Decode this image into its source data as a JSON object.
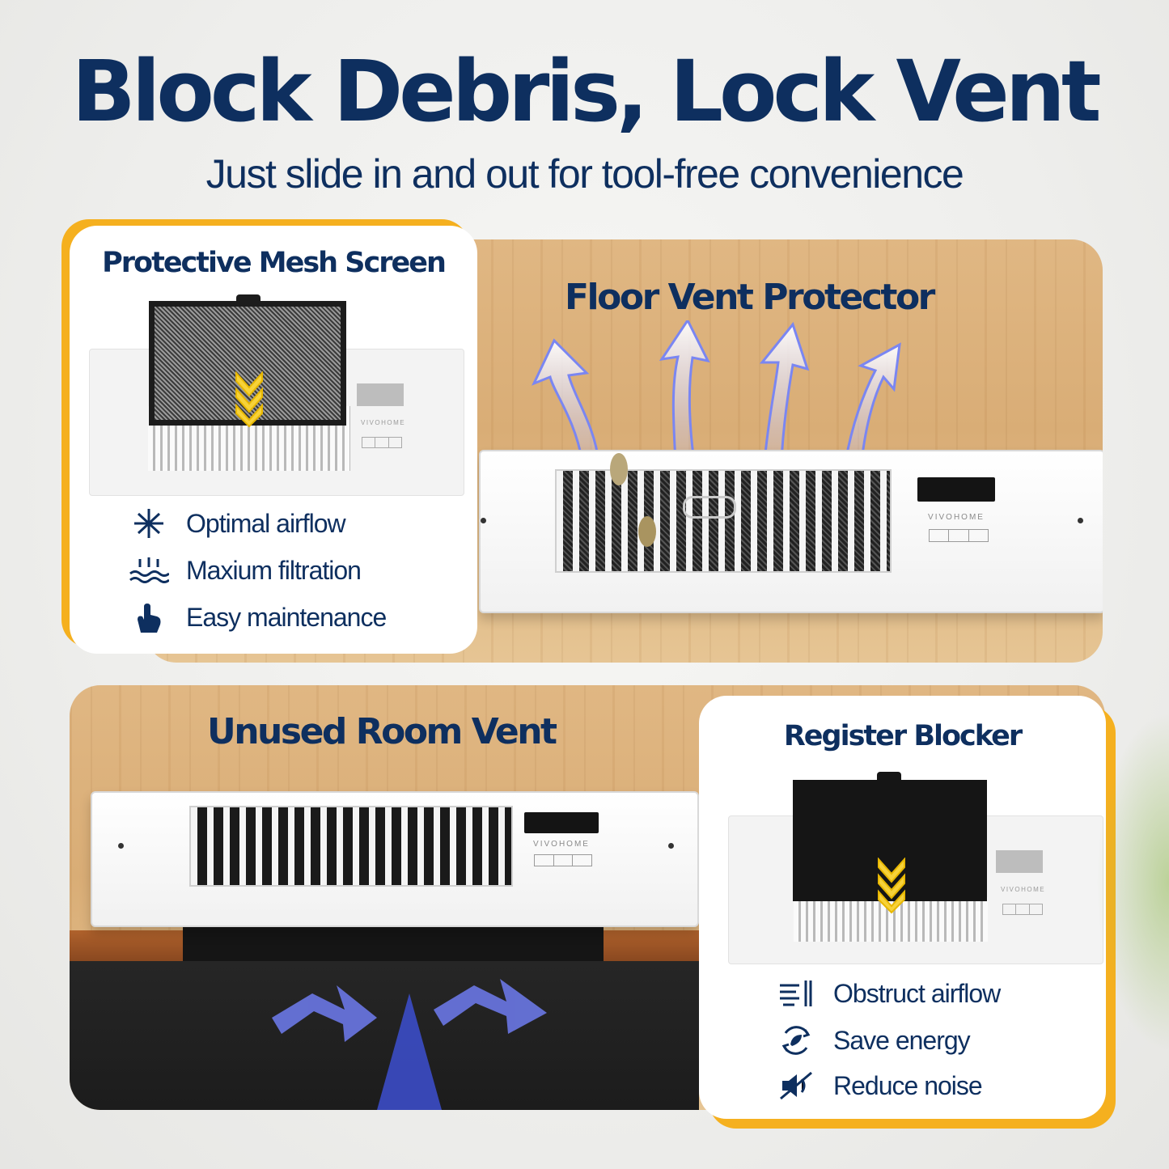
{
  "headline": "Block Debris, Lock Vent",
  "subheadline": "Just slide in and out for tool-free convenience",
  "colors": {
    "navy": "#0e2f5f",
    "accent_yellow": "#f5b01f",
    "airflow_blue": "#6f7cf0"
  },
  "top_scene": {
    "title": "Floor Vent Protector",
    "vent_brand": "VIVOHOME"
  },
  "left_card": {
    "title": "Protective Mesh Screen",
    "vent_brand": "VIVOHOME",
    "features": [
      {
        "icon": "airflow-arrows-icon",
        "label": "Optimal airflow"
      },
      {
        "icon": "filtration-waves-icon",
        "label": "Maxium filtration"
      },
      {
        "icon": "hand-tap-icon",
        "label": "Easy maintenance"
      }
    ]
  },
  "bottom_scene": {
    "title": "Unused Room Vent",
    "vent_brand": "VIVOHOME"
  },
  "right_card": {
    "title": "Register Blocker",
    "vent_brand": "VIVOHOME",
    "features": [
      {
        "icon": "blocked-wind-icon",
        "label": "Obstruct airflow"
      },
      {
        "icon": "eco-cycle-icon",
        "label": "Save energy"
      },
      {
        "icon": "mute-speaker-icon",
        "label": "Reduce noise"
      }
    ]
  }
}
